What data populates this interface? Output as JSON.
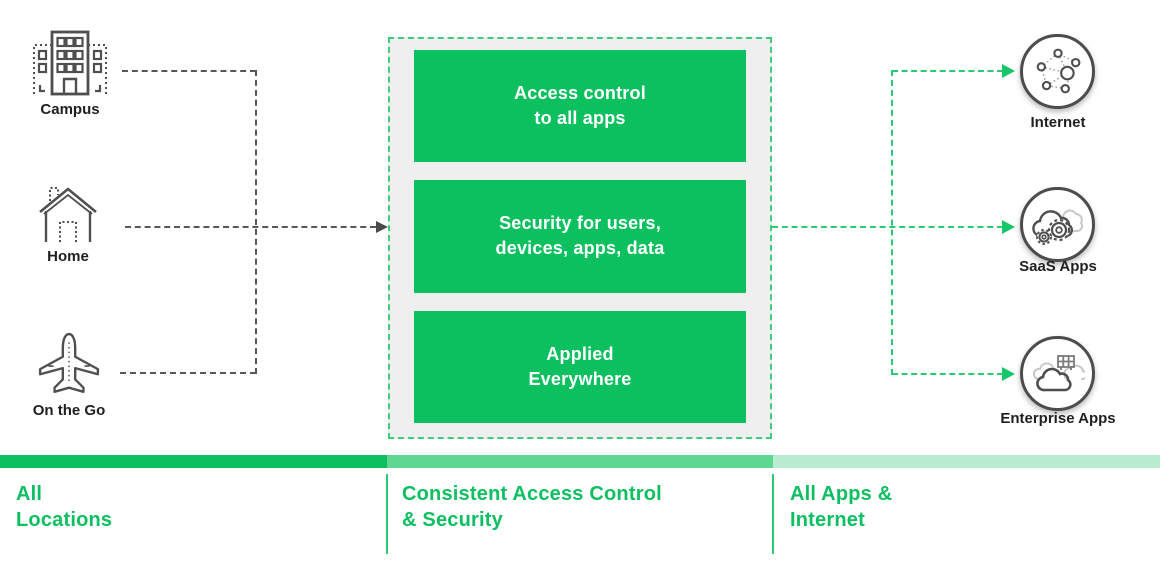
{
  "diagram": {
    "left_items": [
      {
        "label": "Campus",
        "icon": "campus-building-icon"
      },
      {
        "label": "Home",
        "icon": "home-icon"
      },
      {
        "label": "On the Go",
        "icon": "airplane-icon"
      }
    ],
    "center": {
      "boxes": [
        {
          "line1": "Access control",
          "line2": "to all apps"
        },
        {
          "line1": "Security for users,",
          "line2": "devices, apps, data"
        },
        {
          "line1": "Applied",
          "line2": "Everywhere"
        }
      ]
    },
    "right_items": [
      {
        "label": "Internet",
        "icon": "internet-network-icon"
      },
      {
        "label": "SaaS Apps",
        "icon": "saas-cloud-gears-icon"
      },
      {
        "label": "Enterprise Apps",
        "icon": "enterprise-cloud-server-icon"
      }
    ],
    "bottom_sections": [
      {
        "line1": "All",
        "line2": "Locations"
      },
      {
        "line1": "Consistent Access Control",
        "line2": "& Security"
      },
      {
        "line1": "All Apps &",
        "line2": "Internet"
      }
    ],
    "colors": {
      "accent_green": "#0cc060",
      "bar_mid_green": "#5fd792",
      "bar_light_green": "#b9ecd0",
      "label_green": "#0cbf60",
      "connector_green": "#28cb74",
      "connector_gray": "#575757",
      "panel_background": "#efefef"
    }
  }
}
